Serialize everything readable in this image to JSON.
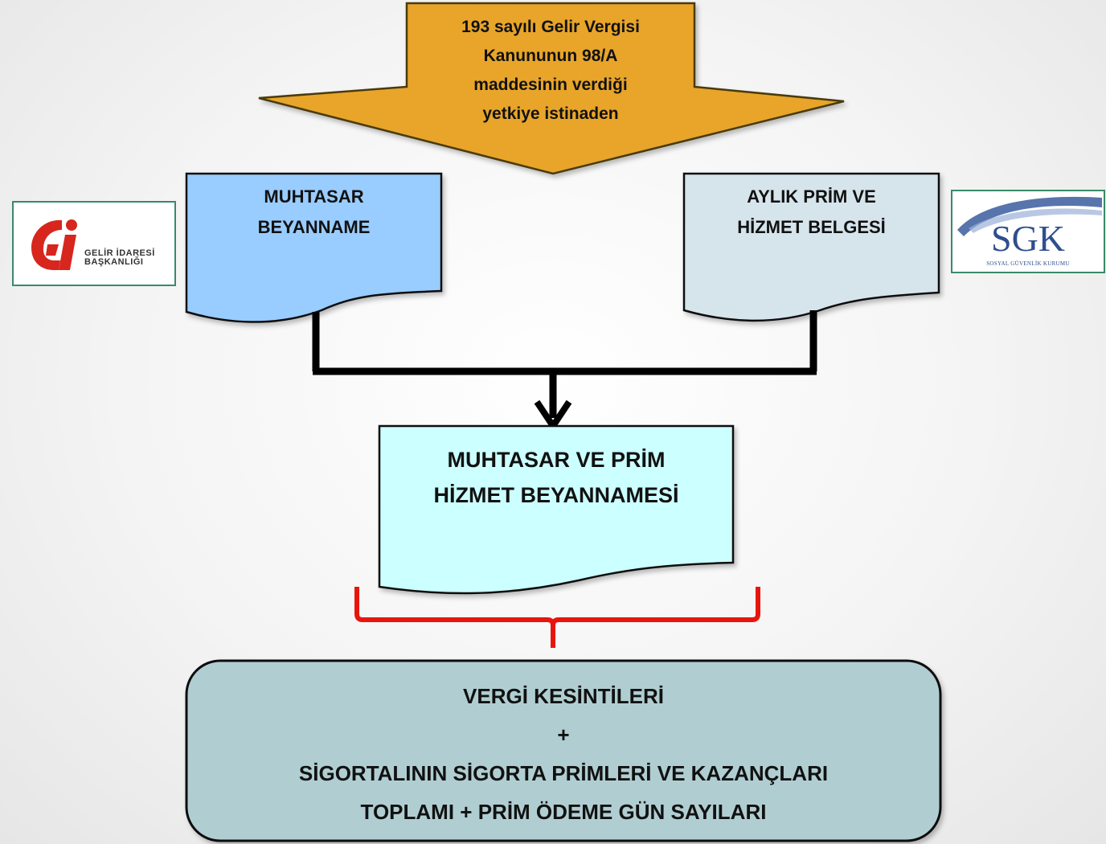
{
  "authority_arrow": {
    "lines": [
      "193 sayılı Gelir Vergisi",
      "Kanununun 98/A",
      "maddesinin verdiği",
      "yetkiye istinaden"
    ],
    "color": "#E8A52C"
  },
  "left_document": {
    "lines": [
      "MUHTASAR",
      "BEYANNAME"
    ],
    "color": "#99CCFF"
  },
  "right_document": {
    "lines": [
      "AYLIK PRİM VE",
      "HİZMET BELGESİ"
    ],
    "color": "#D6E4EC"
  },
  "merged_document": {
    "lines": [
      "MUHTASAR VE PRİM",
      "HİZMET BEYANNAMESİ"
    ],
    "color": "#CCFFFF"
  },
  "result_box": {
    "lines": [
      "VERGİ KESİNTİLERİ",
      "+",
      "SİGORTALININ SİGORTA PRİMLERİ VE KAZANÇLARI",
      "TOPLAMI + PRİM ÖDEME GÜN SAYILARI"
    ],
    "color": "#B0CED2"
  },
  "gib_logo": {
    "text_line1": "GELİR İDARESİ",
    "text_line2": "BAŞKANLIĞI",
    "color": "#D7261E"
  },
  "sgk_logo": {
    "text": "SGK",
    "subtext": "SOSYAL GÜVENLİK KURUMU",
    "color": "#2E4F8F"
  },
  "connector_color": "#000000",
  "brace_color": "#E8150F"
}
